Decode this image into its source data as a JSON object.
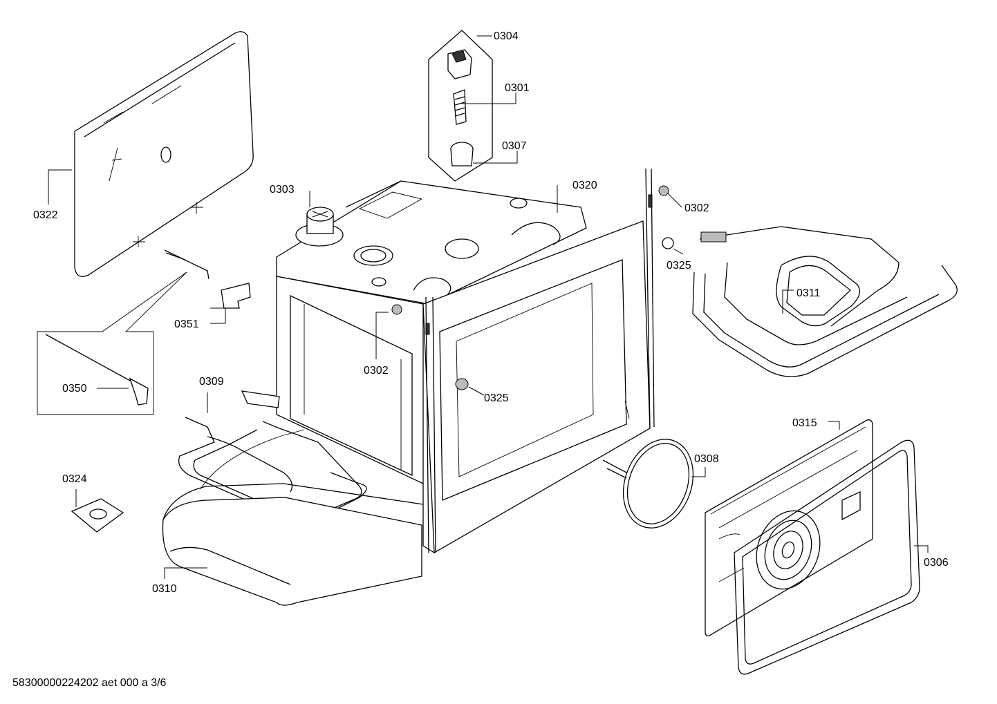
{
  "footer": {
    "document_code": "58300000224202 aet 000 a 3/6"
  },
  "parts": {
    "p0304": "0304",
    "p0301": "0301",
    "p0307": "0307",
    "p0320": "0320",
    "p0303": "0303",
    "p0302_top": "0302",
    "p0325_top": "0325",
    "p0322": "0322",
    "p0351": "0351",
    "p0311": "0311",
    "p0350": "0350",
    "p0302_mid": "0302",
    "p0325_mid": "0325",
    "p0309": "0309",
    "p0315": "0315",
    "p0308": "0308",
    "p0324": "0324",
    "p0306": "0306",
    "p0310": "0310"
  }
}
